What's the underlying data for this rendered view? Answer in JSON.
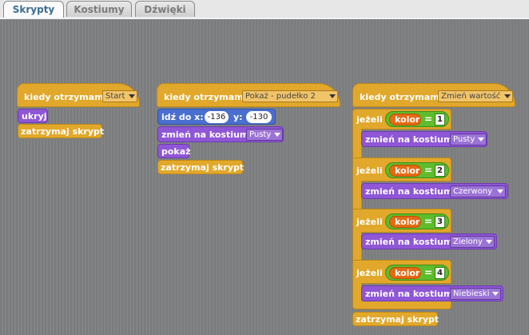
{
  "tabs": [
    "Skrypty",
    "Kostiumy",
    "Dźwięki"
  ],
  "script1": {
    "hat_label": "kiedy otrzymam",
    "hat_value": "Start",
    "hide": "ukryj",
    "stop": "zatrzymaj skrypt"
  },
  "script2": {
    "hat_label": "kiedy otrzymam",
    "hat_value": "Pokaż - pudełko 2",
    "goto_label": "idź do x:",
    "x_value": "-136",
    "y_label": "y:",
    "y_value": "-130",
    "costume_label": "zmień na kostium",
    "costume_value": "Pusty",
    "show": "pokaż",
    "stop": "zatrzymaj skrypt"
  },
  "script3": {
    "hat_label": "kiedy otrzymam",
    "hat_value": "Zmień wartość",
    "if_label": "jeżeli",
    "var_name": "kolor",
    "eq": "=",
    "branches": [
      {
        "value": "1",
        "costume_label": "zmień na kostium",
        "costume": "Pusty"
      },
      {
        "value": "2",
        "costume_label": "zmień na kostium",
        "costume": "Czerwony"
      },
      {
        "value": "3",
        "costume_label": "zmień na kostium",
        "costume": "Zielony"
      },
      {
        "value": "4",
        "costume_label": "zmień na kostium",
        "costume": "Niebieski"
      }
    ],
    "stop": "zatrzymaj skrypt"
  }
}
